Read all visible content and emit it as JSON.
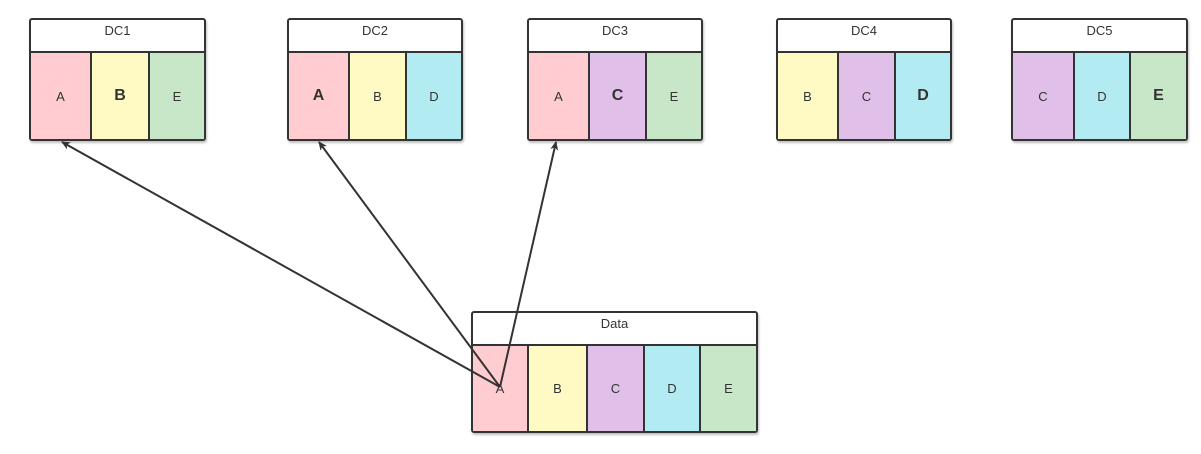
{
  "colors": {
    "A": "#ffccd2",
    "B": "#fffac4",
    "C": "#e0bfe8",
    "D": "#b3ebf2",
    "E": "#c8e6c8"
  },
  "nodes": [
    {
      "id": "dc1",
      "title": "DC1",
      "cells": [
        {
          "label": "A",
          "bold": false
        },
        {
          "label": "B",
          "bold": true
        },
        {
          "label": "E",
          "bold": false
        }
      ]
    },
    {
      "id": "dc2",
      "title": "DC2",
      "cells": [
        {
          "label": "A",
          "bold": true
        },
        {
          "label": "B",
          "bold": false
        },
        {
          "label": "D",
          "bold": false
        }
      ]
    },
    {
      "id": "dc3",
      "title": "DC3",
      "cells": [
        {
          "label": "A",
          "bold": false
        },
        {
          "label": "C",
          "bold": true
        },
        {
          "label": "E",
          "bold": false
        }
      ]
    },
    {
      "id": "dc4",
      "title": "DC4",
      "cells": [
        {
          "label": "B",
          "bold": false
        },
        {
          "label": "C",
          "bold": false
        },
        {
          "label": "D",
          "bold": true
        }
      ]
    },
    {
      "id": "dc5",
      "title": "DC5",
      "cells": [
        {
          "label": "C",
          "bold": false
        },
        {
          "label": "D",
          "bold": false
        },
        {
          "label": "E",
          "bold": true
        }
      ]
    },
    {
      "id": "data",
      "title": "Data",
      "cells": [
        {
          "label": "A",
          "bold": false
        },
        {
          "label": "B",
          "bold": false
        },
        {
          "label": "C",
          "bold": false
        },
        {
          "label": "D",
          "bold": false
        },
        {
          "label": "E",
          "bold": false
        }
      ]
    }
  ],
  "edges": [
    {
      "from": "data.A",
      "to": "dc1.A"
    },
    {
      "from": "data.A",
      "to": "dc2.A"
    },
    {
      "from": "data.A",
      "to": "dc3.A"
    }
  ]
}
